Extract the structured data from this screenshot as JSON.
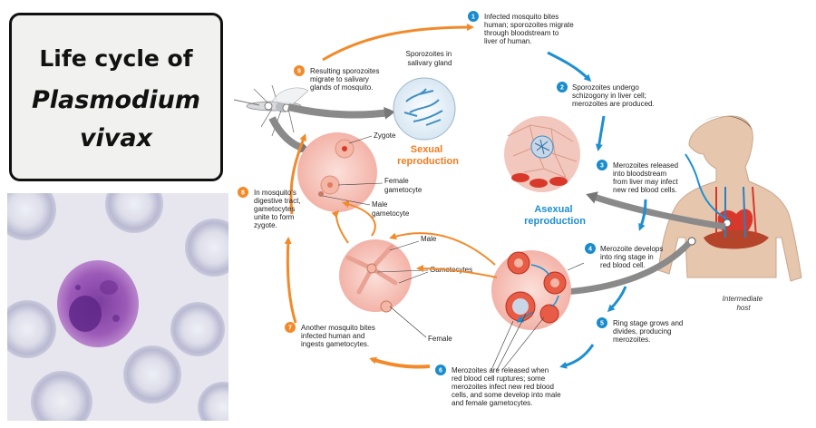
{
  "title": {
    "line1": "Life cycle of",
    "line2": "Plasmodium",
    "line3": "vivax"
  },
  "colors": {
    "sexual_arrow": "#f28a2a",
    "asexual_arrow": "#1e8fd0",
    "step_badge_blue": "#1a8ccc",
    "step_badge_orange": "#f28a2a",
    "cell_pink": "#f6c8c0",
    "rbc_red": "#d8392b",
    "sexual_text": "#f07c21",
    "asexual_text": "#1e8fd0"
  },
  "steps": [
    {
      "num": "1",
      "lines": [
        "Infected mosquito bites",
        "human; sporozoites migrate",
        "through bloodstream to",
        "liver of human."
      ]
    },
    {
      "num": "2",
      "lines": [
        "Sporozoites undergo",
        "schizogony in liver cell;",
        "merozoites are produced."
      ]
    },
    {
      "num": "3",
      "lines": [
        "Merozoites released",
        "into bloodstream",
        "from liver may infect",
        "new red blood cells."
      ]
    },
    {
      "num": "4",
      "lines": [
        "Merozoite develops",
        "into ring stage in",
        "red blood cell."
      ]
    },
    {
      "num": "5",
      "lines": [
        "Ring stage grows and",
        "divides, producing",
        "merozoites."
      ]
    },
    {
      "num": "6",
      "lines": [
        "Merozoites are released when",
        "red blood cell ruptures; some",
        "merozoites infect new red blood",
        "cells, and some develop into male",
        "and female gametocytes."
      ]
    },
    {
      "num": "7",
      "lines": [
        "Another mosquito bites",
        "infected human and",
        "ingests gametocytes."
      ]
    },
    {
      "num": "8",
      "lines": [
        "In mosquito's",
        "digestive tract,",
        "gametocytes",
        "unite to form",
        "zygote."
      ]
    },
    {
      "num": "9",
      "lines": [
        "Resulting sporozoites",
        "migrate to salivary",
        "glands of mosquito."
      ]
    }
  ],
  "labels": {
    "sporozoites": [
      "Sporozoites in",
      "salivary gland"
    ],
    "zygote": "Zygote",
    "female_gametocyte": [
      "Female",
      "gametocyte"
    ],
    "male_gametocyte": [
      "Male",
      "gametocyte"
    ],
    "male": "Male",
    "gametocytes": "Gametocytes",
    "female": "Female",
    "sexual_reproduction": [
      "Sexual",
      "reproduction"
    ],
    "asexual_reproduction": [
      "Asexual",
      "reproduction"
    ],
    "intermediate_host": [
      "Intermediate",
      "host"
    ]
  }
}
